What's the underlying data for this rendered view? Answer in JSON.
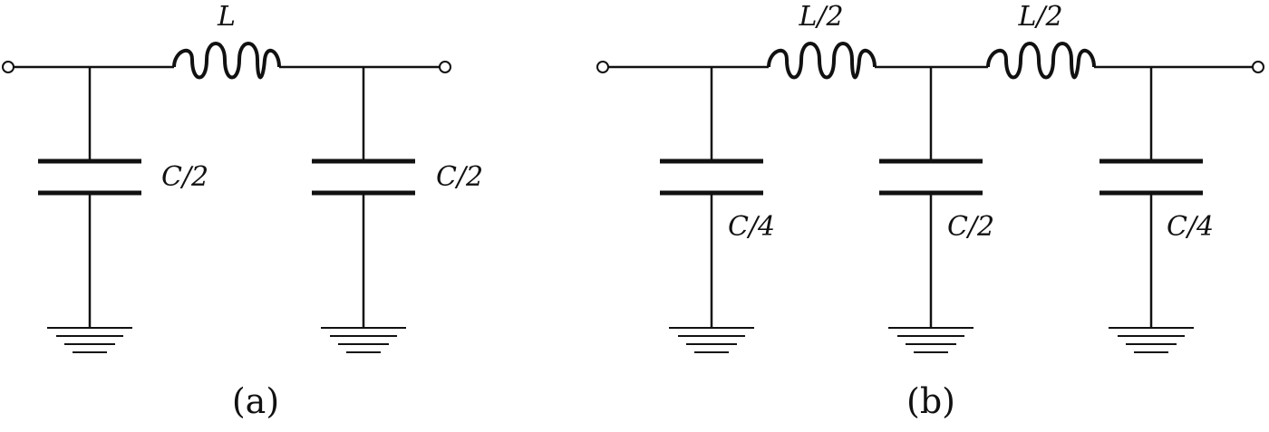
{
  "figures": [
    {
      "caption": "(a)",
      "inductors": [
        {
          "label": "L"
        }
      ],
      "capacitors": [
        {
          "label": "C/2"
        },
        {
          "label": "C/2"
        }
      ]
    },
    {
      "caption": "(b)",
      "inductors": [
        {
          "label": "L/2"
        },
        {
          "label": "L/2"
        }
      ],
      "capacitors": [
        {
          "label": "C/4"
        },
        {
          "label": "C/2"
        },
        {
          "label": "C/4"
        }
      ]
    }
  ],
  "colors": {
    "line": "#111111",
    "background": "#ffffff"
  },
  "icons": {
    "terminal": "open-circle-terminal-icon",
    "ground": "ground-icon",
    "inductor": "inductor-coil-icon",
    "capacitor": "capacitor-plates-icon"
  }
}
